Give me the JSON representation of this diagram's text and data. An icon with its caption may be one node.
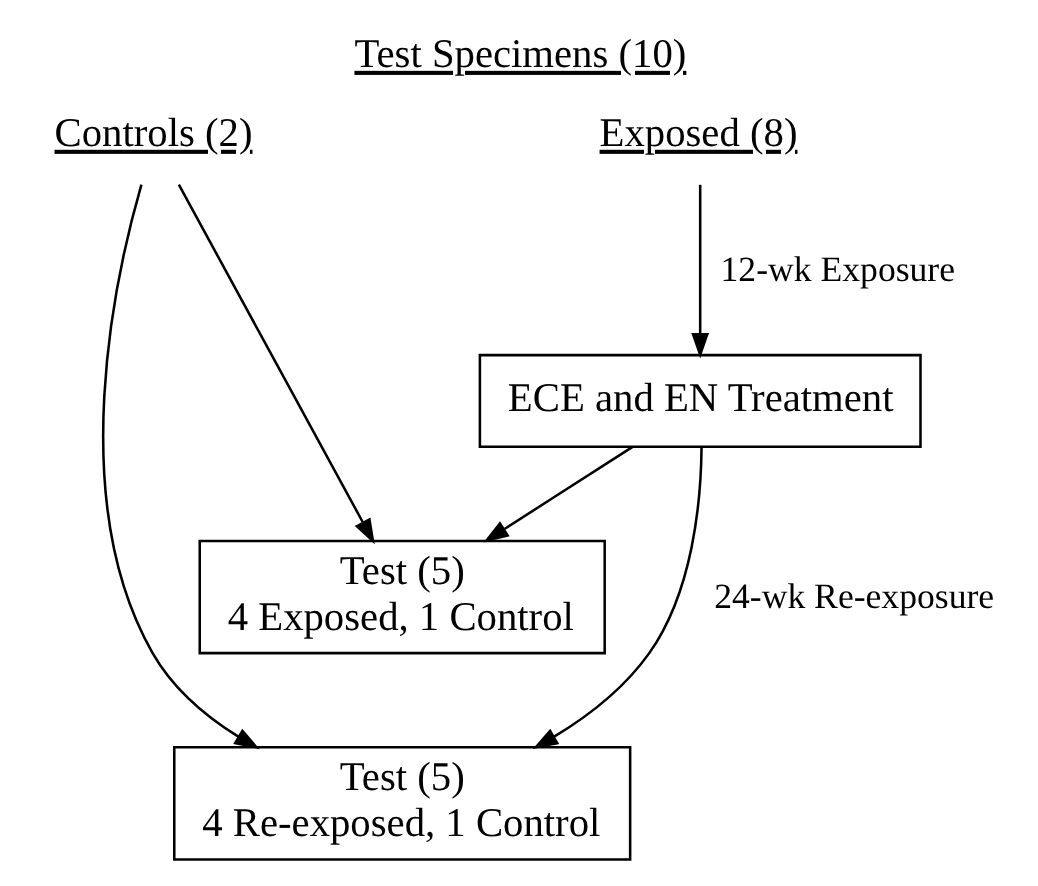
{
  "diagram": {
    "title": "Test Specimens (10)",
    "nodes": [
      {
        "text": [
          "Controls (2)"
        ]
      },
      {
        "text": [
          "Exposed (8)"
        ]
      },
      {
        "text": [
          "ECE and EN Treatment"
        ]
      },
      {
        "text": [
          "Test (5)",
          "4 Exposed, 1 Control"
        ]
      },
      {
        "text": [
          "Test (5)",
          "4 Re-exposed, 1 Control"
        ]
      }
    ],
    "edges": [
      {
        "from": 1,
        "to": 2,
        "arrow": "to",
        "label": "12-wk Exposure"
      },
      {
        "from": 0,
        "to": 3,
        "arrow": "to"
      },
      {
        "from": 2,
        "to": 3,
        "arrow": "to"
      },
      {
        "from": 0,
        "to": 4,
        "arrow": "to"
      },
      {
        "from": 2,
        "to": 4,
        "arrow": "to",
        "label": "24-wk Re-exposure"
      }
    ]
  }
}
